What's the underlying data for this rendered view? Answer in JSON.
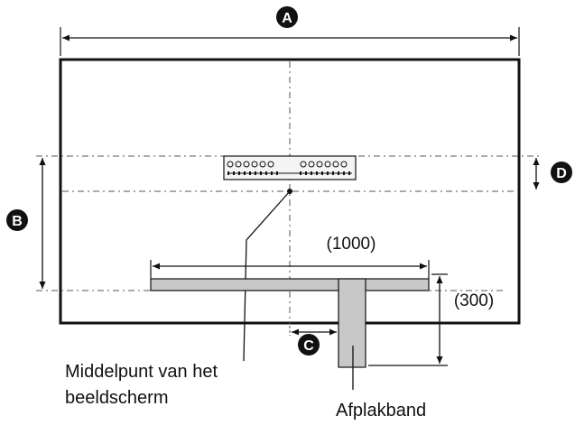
{
  "labels": {
    "a": "A",
    "b": "B",
    "c": "C",
    "d": "D",
    "width_value": "(1000)",
    "height_value": "(300)",
    "center_label_line1": "Middelpunt van het",
    "center_label_line2": "beeldscherm",
    "tape_label": "Afplakband"
  },
  "colors": {
    "line": "#111111",
    "badge": "#111111",
    "tape_fill": "#c8c8c8"
  }
}
